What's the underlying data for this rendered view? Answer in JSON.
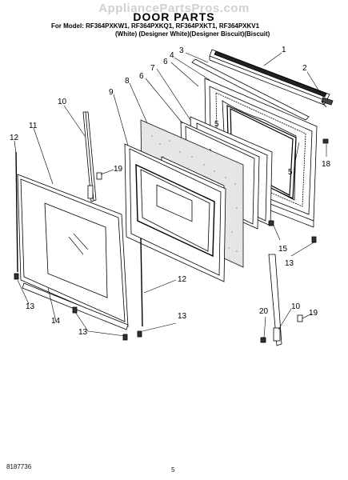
{
  "watermark": "AppliancePartsPros.com",
  "title": "DOOR PARTS",
  "models_line": "For Model: RF364PXKW1, RF364PXKQ1, RF364PXKT1, RF364PXKV1",
  "variants_line": "(White)     (Designer White)(Designer Biscuit)(Biscuit)",
  "doc_number": "8187736",
  "page_number": "5",
  "callouts": {
    "c1": "1",
    "c2": "2",
    "c3": "3",
    "c4": "4",
    "c5a": "5",
    "c5b": "5",
    "c6": "6",
    "c7": "7",
    "c8": "8",
    "c9": "9",
    "c10a": "10",
    "c10b": "10",
    "c11": "11",
    "c12a": "12",
    "c12b": "12",
    "c13a": "13",
    "c13b": "13",
    "c13c": "13",
    "c13d": "13",
    "c14": "14",
    "c15": "15",
    "c18": "18",
    "c19a": "19",
    "c19b": "19",
    "c20": "20"
  }
}
